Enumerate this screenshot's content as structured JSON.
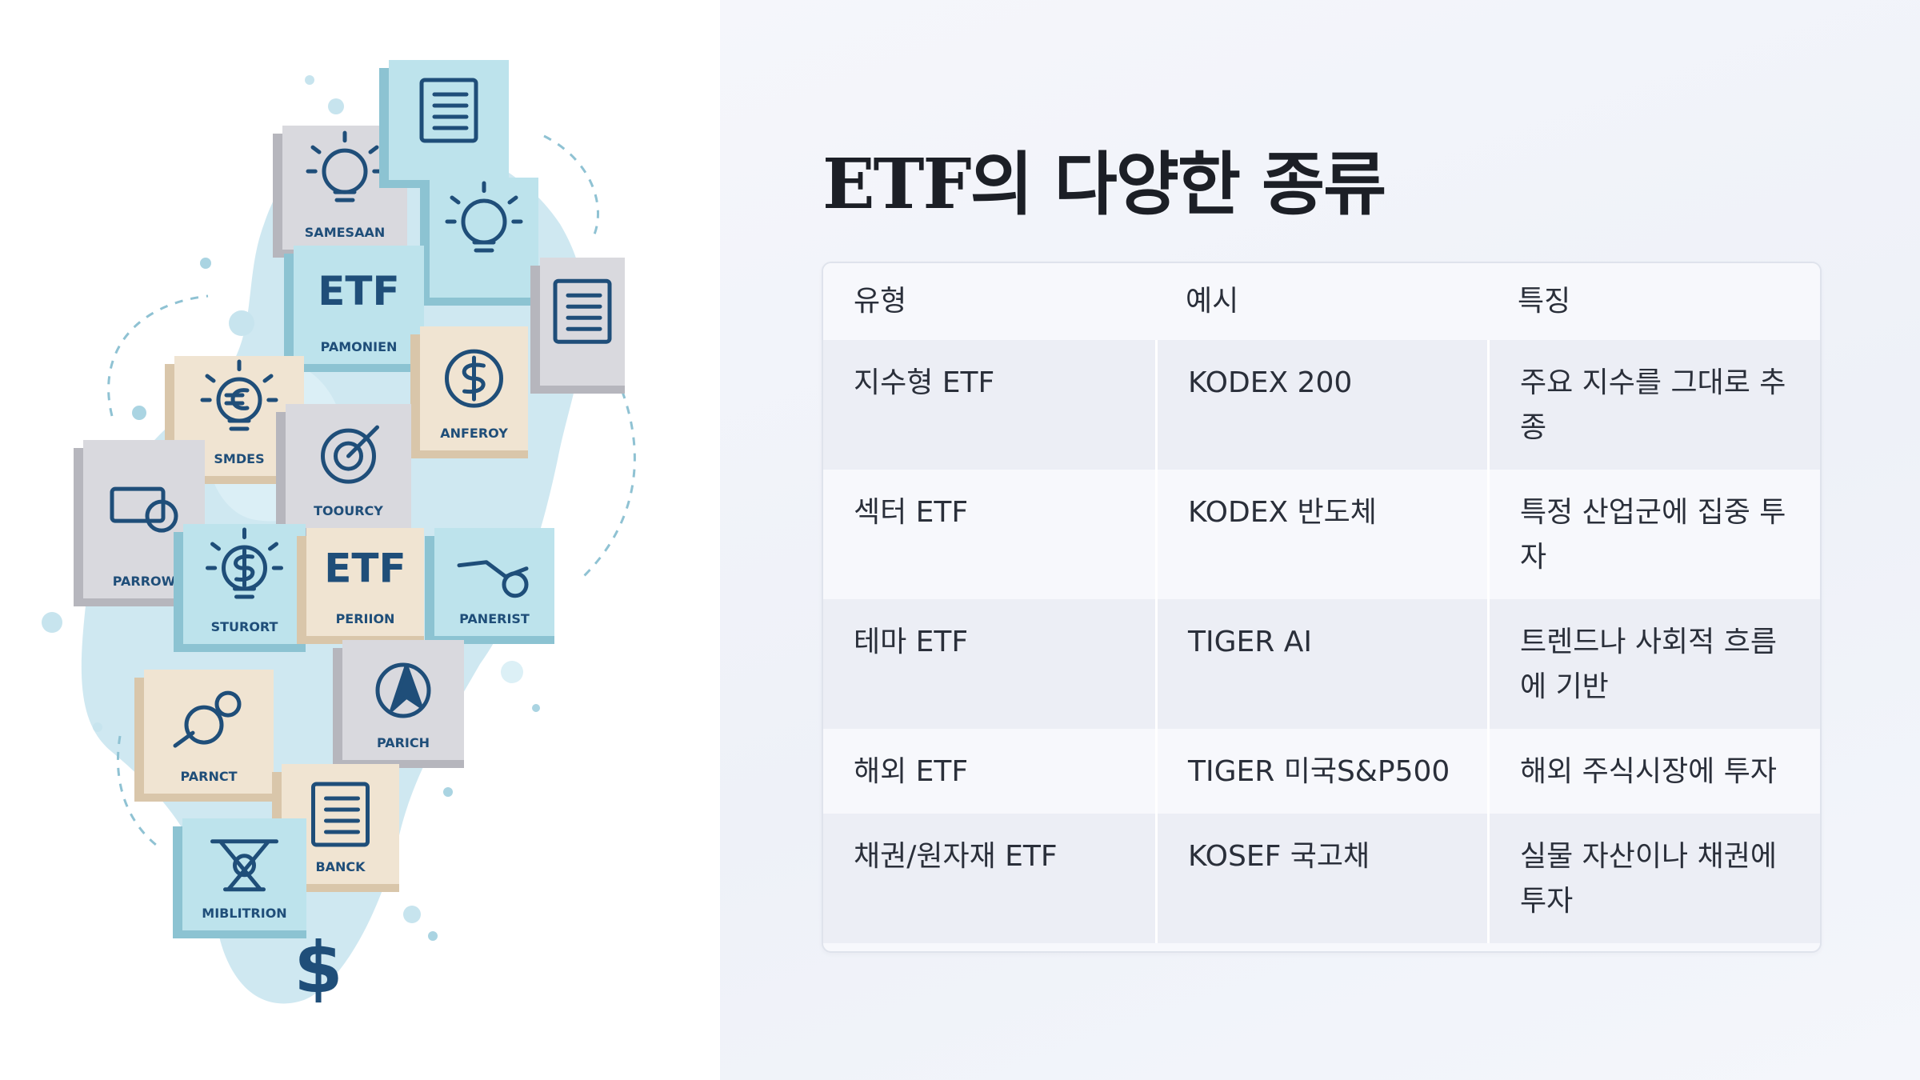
{
  "title": "ETF의 다양한 종류",
  "table": {
    "headers": [
      "유형",
      "예시",
      "특징"
    ],
    "rows": [
      [
        "지수형 ETF",
        "KODEX 200",
        "주요 지수를 그대로 추종"
      ],
      [
        "섹터 ETF",
        "KODEX 반도체",
        "특정 산업군에 집중 투자"
      ],
      [
        "테마 ETF",
        "TIGER AI",
        "트렌드나 사회적 흐름에 기반"
      ],
      [
        "해외 ETF",
        "TIGER 미국S&P500",
        "해외 주식시장에 투자"
      ],
      [
        "채권/원자재 ETF",
        "KOSEF 국고채",
        "실물 자산이나 채권에 투자"
      ]
    ]
  },
  "illustration": {
    "tiles": [
      {
        "label": "SAMESAAN",
        "icon": "lightbulb-icon"
      },
      {
        "label": "",
        "icon": "dollar-document-icon"
      },
      {
        "label": "",
        "icon": "lightbulb-icon"
      },
      {
        "label": "",
        "icon": "document-list-icon"
      },
      {
        "label": "ETF",
        "icon": "etf-text-icon"
      },
      {
        "label": "PAMONIEN",
        "icon": ""
      },
      {
        "label": "SMDES",
        "icon": "euro-lightbulb-icon"
      },
      {
        "label": "ANFEROY",
        "icon": "dollar-coin-icon"
      },
      {
        "label": "TOOURCY",
        "icon": "target-icon"
      },
      {
        "label": "PARROW",
        "icon": "money-exchange-icon"
      },
      {
        "label": "STURORT",
        "icon": "dollar-lightbulb-icon"
      },
      {
        "label": "ETF",
        "icon": "etf-text-icon"
      },
      {
        "label": "PERIION",
        "icon": ""
      },
      {
        "label": "PANERIST",
        "icon": "handshake-icon"
      },
      {
        "label": "PARICH",
        "icon": "arrow-up-icon"
      },
      {
        "label": "PARNCT",
        "icon": "hand-coin-icon"
      },
      {
        "label": "BANCK",
        "icon": "clipboard-icon"
      },
      {
        "label": "MIBLITRION",
        "icon": "scale-icon"
      }
    ],
    "bottom_symbol": "$"
  },
  "colors": {
    "tile_blue": "#bde3ec",
    "tile_beige": "#f0e4d2",
    "tile_grey": "#d9d9de",
    "icon_navy": "#1f4e79",
    "blob": "#c7e4ee"
  }
}
